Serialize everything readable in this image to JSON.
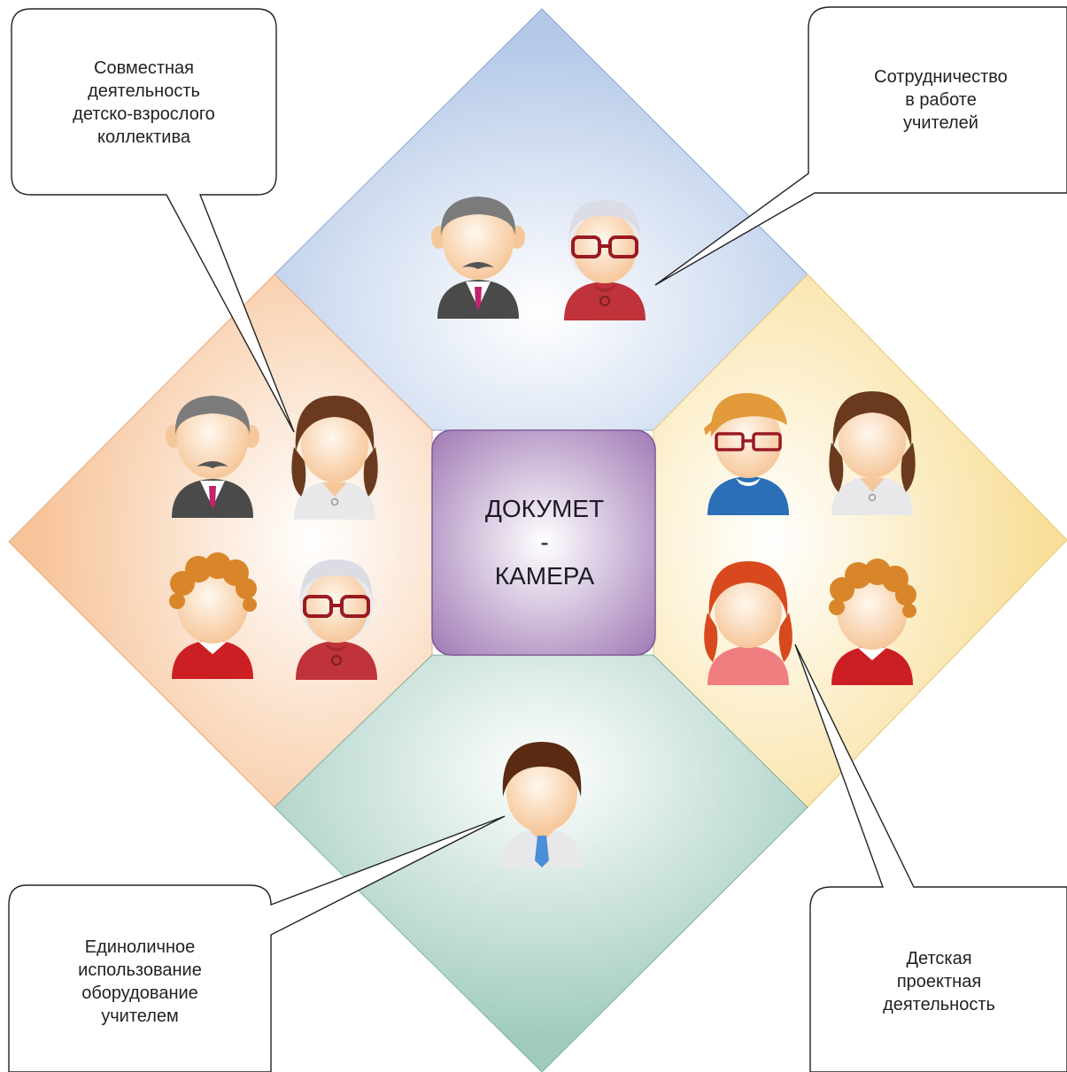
{
  "center": {
    "lines": [
      "ДОКУМЕТ",
      "-",
      "КАМЕРА"
    ]
  },
  "callouts": {
    "top_left": [
      "Совместная",
      "деятельность",
      "детско-взрослого",
      "коллектива"
    ],
    "top_right": [
      "Сотрудничество",
      "в работе",
      "учителей"
    ],
    "bottom_left": [
      "Единоличное",
      "использование",
      "оборудование",
      "учителем"
    ],
    "bottom_right": [
      "Детская",
      "проектная",
      "деятельность"
    ]
  },
  "quadrant_colors": {
    "top": "#b4c8e8",
    "left": "#f7c49a",
    "right": "#f8df9a",
    "bottom": "#9fcabd",
    "center": "#a07ab5"
  },
  "icons": {
    "top": [
      "man-with-mustache-icon",
      "grandmother-with-glasses-icon"
    ],
    "left": [
      "man-with-mustache-icon",
      "woman-brown-hair-icon",
      "child-curly-hair-icon",
      "grandmother-with-glasses-icon"
    ],
    "right": [
      "girl-with-glasses-icon",
      "woman-brown-hair-icon",
      "girl-red-hair-icon",
      "child-curly-hair-icon"
    ],
    "bottom": [
      "man-with-tie-icon"
    ]
  }
}
